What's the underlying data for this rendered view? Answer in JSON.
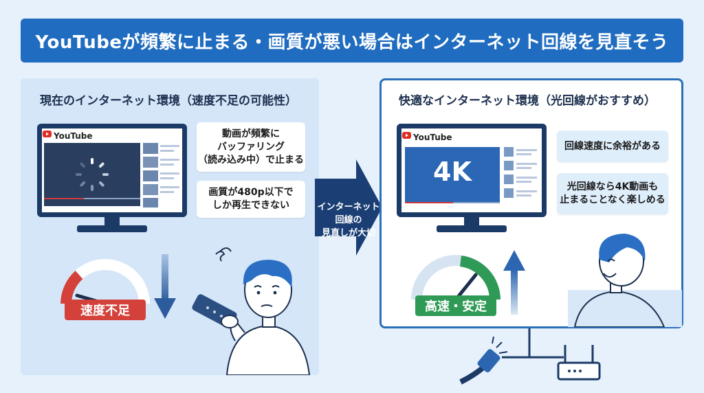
{
  "banner": {
    "title": "YouTubeが頻繁に止まる・画質が悪い場合はインターネット回線を見直そう"
  },
  "left": {
    "title": "現在のインターネット環境（速度不足の可能性）",
    "youtube_label": "YouTube",
    "bubble1": [
      "動画が頻繁に",
      "バッファリング",
      "（読み込み中）で止まる"
    ],
    "bubble2": [
      "画質が480p以下で",
      "しか再生できない"
    ],
    "gauge_label": "速度不足"
  },
  "middle": {
    "arrow_text": [
      "インターネット",
      "回線の",
      "見直しが大切"
    ]
  },
  "right": {
    "title": "快適なインターネット環境（光回線がおすすめ）",
    "youtube_label": "YouTube",
    "video_quality": "4K",
    "bubble1": "回線速度に余裕がある",
    "bubble2": [
      "光回線なら4K動画も",
      "止まることなく楽しめる"
    ],
    "gauge_label": "高速・安定"
  },
  "colors": {
    "banner": "#1f6cc0",
    "panel_left": "#d4e6f8",
    "panel_right_border": "#2a6fb8",
    "arrow": "#1b3f75",
    "slow": "#d3413a",
    "fast": "#2f9a55"
  }
}
